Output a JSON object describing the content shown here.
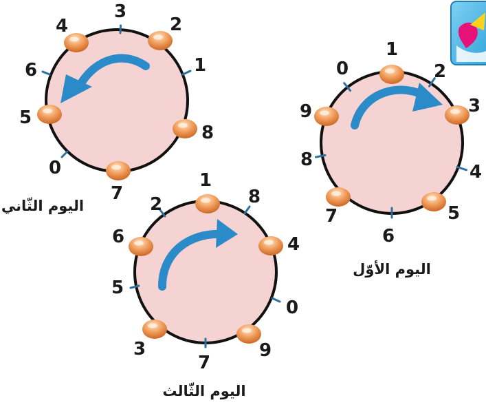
{
  "colors": {
    "circle_fill": "#f6d3d3",
    "circle_stroke": "#111111",
    "tick": "#2f6f9e",
    "arrow": "#2b8bc9",
    "bead_outer": "#e07a2c",
    "bead_inner": "#f6c79e"
  },
  "icons": {
    "corner_logo": "colorful-logo-icon",
    "bead": "orange-bead-icon",
    "rotation_arrow": "curved-arrow-icon"
  },
  "days": [
    {
      "label": "اليوم الأوّل",
      "rotation": "clockwise",
      "numbers": [
        "1",
        "2",
        "3",
        "4",
        "5",
        "6",
        "7",
        "8",
        "9",
        "0"
      ],
      "bead_numbers": [
        "1",
        "3",
        "5",
        "7",
        "9"
      ]
    },
    {
      "label": "اليوم الثّاني",
      "rotation": "counterclockwise",
      "numbers": [
        "3",
        "2",
        "1",
        "8",
        "7",
        "0",
        "5",
        "6",
        "4"
      ],
      "bead_numbers": [
        "2",
        "8",
        "7",
        "5",
        "4"
      ]
    },
    {
      "label": "اليوم الثّالث",
      "rotation": "clockwise",
      "numbers": [
        "1",
        "8",
        "4",
        "0",
        "9",
        "7",
        "3",
        "5",
        "6",
        "2"
      ],
      "bead_numbers": [
        "1",
        "4",
        "9",
        "3",
        "6"
      ]
    }
  ]
}
